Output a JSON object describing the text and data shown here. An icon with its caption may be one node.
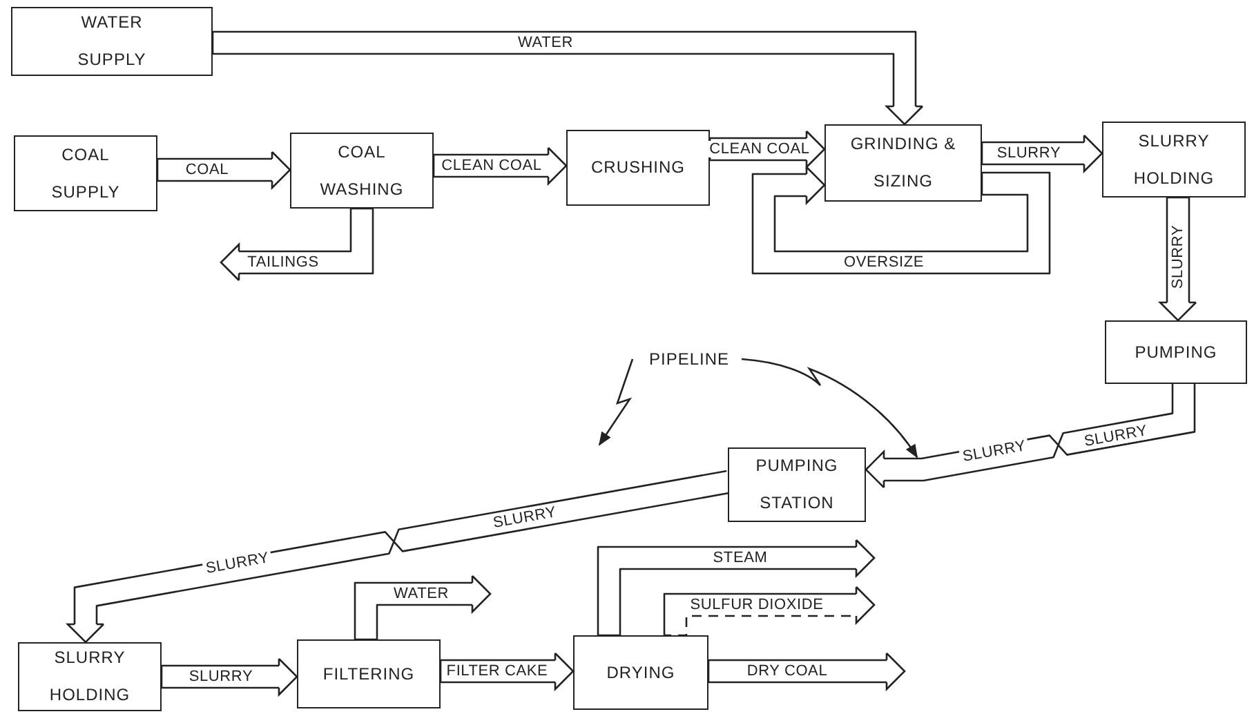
{
  "diagram": {
    "nodes": [
      {
        "text": [
          "WATER SUPPLY"
        ]
      },
      {
        "text": [
          "COAL SUPPLY"
        ]
      },
      {
        "text": [
          "COAL WASHING"
        ]
      },
      {
        "text": [
          "CRUSHING"
        ]
      },
      {
        "text": [
          "GRINDING & SIZING"
        ]
      },
      {
        "text": [
          "SLURRY HOLDING"
        ]
      },
      {
        "text": [
          "PUMPING"
        ]
      },
      {
        "text": [
          "PUMPING STATION"
        ]
      },
      {
        "text": [
          "SLURRY HOLDING"
        ]
      },
      {
        "text": [
          "FILTERING"
        ]
      },
      {
        "text": [
          "DRYING"
        ]
      },
      {
        "text": [
          "PIPELINE"
        ]
      }
    ],
    "edges": [
      {
        "from": 0,
        "to": 4,
        "arrow": "to",
        "label": "WATER"
      },
      {
        "from": 1,
        "to": 2,
        "arrow": "to",
        "label": "COAL"
      },
      {
        "from": 2,
        "to": 3,
        "arrow": "to",
        "label": "CLEAN COAL"
      },
      {
        "from": 3,
        "to": 4,
        "arrow": "to",
        "label": "CLEAN COAL"
      },
      {
        "from": 4,
        "to": 5,
        "arrow": "to",
        "label": "SLURRY"
      },
      {
        "from": 4,
        "to": 4,
        "arrow": "to",
        "label": "OVERSIZE"
      },
      {
        "from": 2,
        "to": null,
        "arrow": "to",
        "label": "TAILINGS"
      },
      {
        "from": 5,
        "to": 6,
        "arrow": "to",
        "label": "SLURRY"
      },
      {
        "from": 6,
        "to": 7,
        "arrow": "to",
        "label": "SLURRY"
      },
      {
        "from": 7,
        "to": 8,
        "arrow": "to",
        "label": "SLURRY"
      },
      {
        "from": 8,
        "to": 9,
        "arrow": "to",
        "label": "SLURRY"
      },
      {
        "from": 9,
        "to": null,
        "arrow": "to",
        "label": "WATER"
      },
      {
        "from": 9,
        "to": 10,
        "arrow": "to",
        "label": "FILTER CAKE"
      },
      {
        "from": 10,
        "to": null,
        "arrow": "to",
        "label": "STEAM"
      },
      {
        "from": 10,
        "to": null,
        "arrow": "to",
        "label": "SULFUR DIOXIDE",
        "style": "dashed"
      },
      {
        "from": 10,
        "to": null,
        "arrow": "to",
        "label": "DRY COAL"
      },
      {
        "from": 11,
        "to": null,
        "arrow": "to"
      },
      {
        "from": 11,
        "to": null,
        "arrow": "to"
      }
    ],
    "labels": [
      "SLURRY",
      "SLURRY"
    ]
  }
}
